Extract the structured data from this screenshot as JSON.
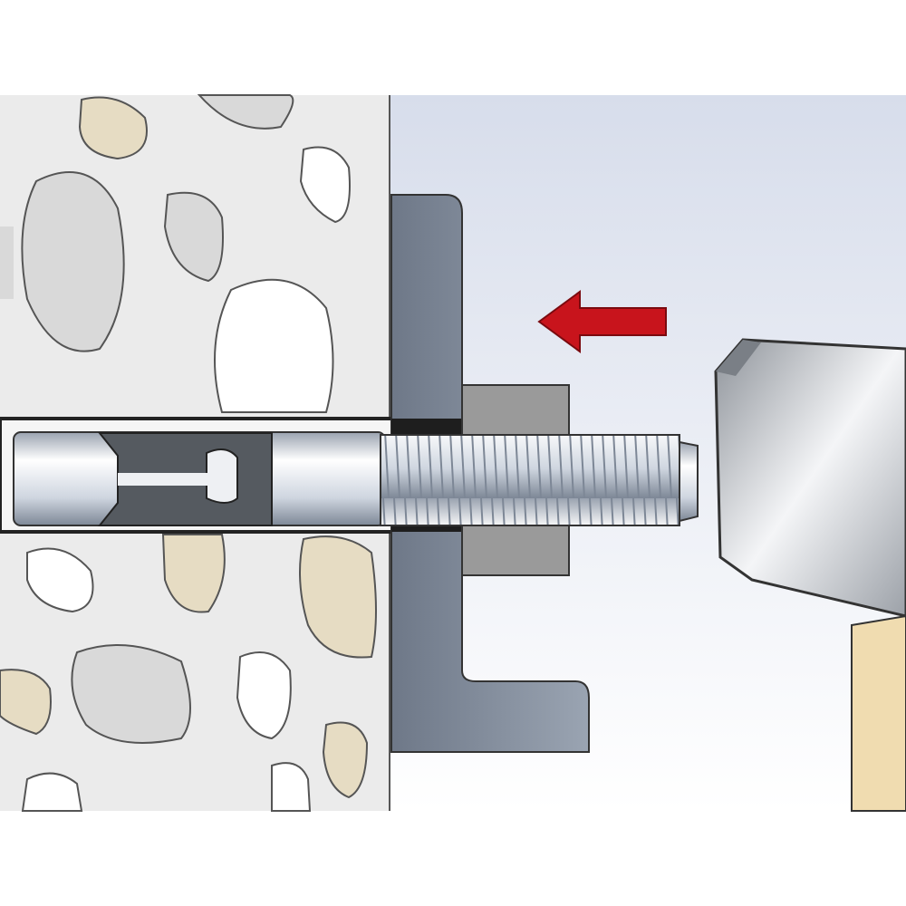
{
  "illustration": {
    "subject": "anchor-bolt-installation",
    "elements": [
      "concrete-wall",
      "drilled-hole",
      "wedge-anchor-bolt",
      "expansion-sleeve",
      "steel-angle-bracket",
      "nut",
      "hammer",
      "direction-arrow"
    ],
    "arrow_direction": "left"
  },
  "colors": {
    "concrete": "#ebebeb",
    "stone_gray": "#d9d9d9",
    "stone_white": "#ffffff",
    "stone_beige": "#e6dcc3",
    "background_top": "#d7ddeb",
    "background_bottom": "#ffffff",
    "bracket": "#7f8a99",
    "nut": "#9a9a9a",
    "bolt": "#d6dbe3",
    "sleeve": "#555a60",
    "arrow": "#c8141c",
    "hammer_head": "#c9ccd1",
    "handle": "#f0dcb0"
  }
}
